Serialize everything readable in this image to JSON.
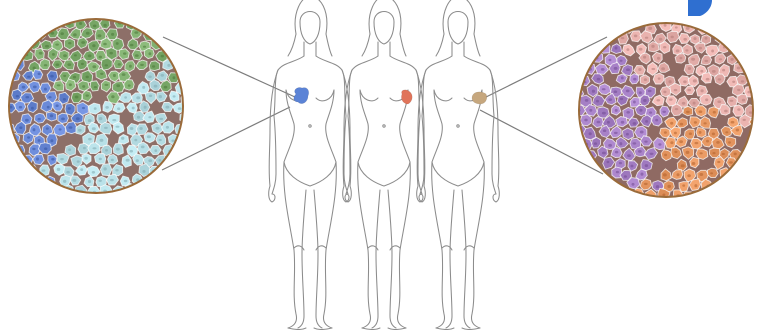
{
  "diagram": {
    "figures": [
      {
        "id": "figure-1",
        "tumor_color": "#5b83d6"
      },
      {
        "id": "figure-2",
        "tumor_color": "#e0745a"
      },
      {
        "id": "figure-3",
        "tumor_color": "#c6a77e"
      }
    ],
    "magnified_views": [
      {
        "id": "left-tissue-circle",
        "source_figure": "figure-1",
        "background": "#8d6f68",
        "rim": "#9a6b3a",
        "cell_populations": [
          {
            "name": "green",
            "color": "#7fae6e"
          },
          {
            "name": "blue",
            "color": "#6b8ad8"
          },
          {
            "name": "pale-cyan",
            "color": "#b7dfe6"
          }
        ]
      },
      {
        "id": "right-tissue-circle",
        "source_figure": "figure-3",
        "background": "#8f6a63",
        "rim": "#9a6b3a",
        "cell_populations": [
          {
            "name": "pink",
            "color": "#e8b1ad"
          },
          {
            "name": "purple",
            "color": "#a882c8"
          },
          {
            "name": "orange",
            "color": "#e79862"
          }
        ]
      }
    ],
    "corner_accent_color": "#2f6fd0"
  }
}
